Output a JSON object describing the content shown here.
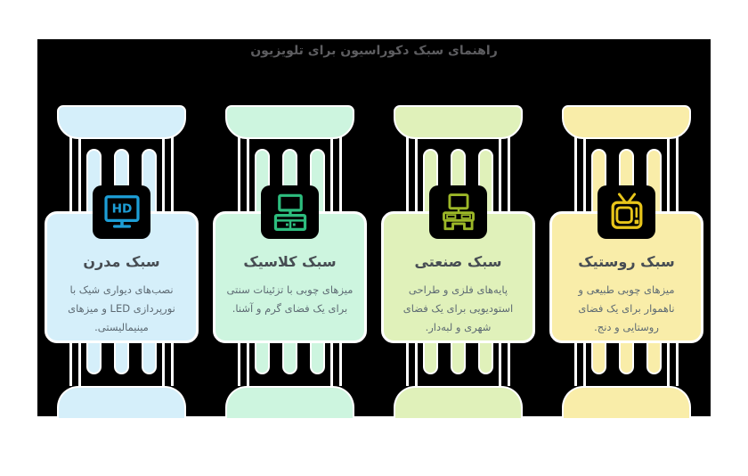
{
  "title": "راهنمای سبک دکوراسیون برای تلویزیون",
  "board": {
    "background": "#000000",
    "title_color": "#5d5d60"
  },
  "styles": [
    {
      "id": "modern",
      "name": "سبک مدرن",
      "description": "نصب‌های دیواری شیک با نورپردازی LED و میزهای مینیمالیستی.",
      "pastel": "#d5effa",
      "accent": "#1d9ed6",
      "icon": "hd-monitor-icon",
      "icon_label": "HD"
    },
    {
      "id": "classic",
      "name": "سبک کلاسیک",
      "description": "میزهای چوبی با تزئینات سنتی برای یک فضای گرم و آشنا.",
      "pastel": "#cdf5df",
      "accent": "#2dbd7e",
      "icon": "tv-cabinet-icon"
    },
    {
      "id": "industrial",
      "name": "سبک صنعتی",
      "description": "پایه‌های فلزی و طراحی استودیویی برای یک فضای شهری و لبه‌دار.",
      "pastel": "#e0f1ba",
      "accent": "#9cb728",
      "icon": "tv-stand-icon"
    },
    {
      "id": "rustic",
      "name": "سبک روستیک",
      "description": "میزهای چوبی طبیعی و ناهموار برای یک فضای روستایی و دنج.",
      "pastel": "#f9eda9",
      "accent": "#e8c51a",
      "icon": "retro-tv-icon"
    }
  ]
}
